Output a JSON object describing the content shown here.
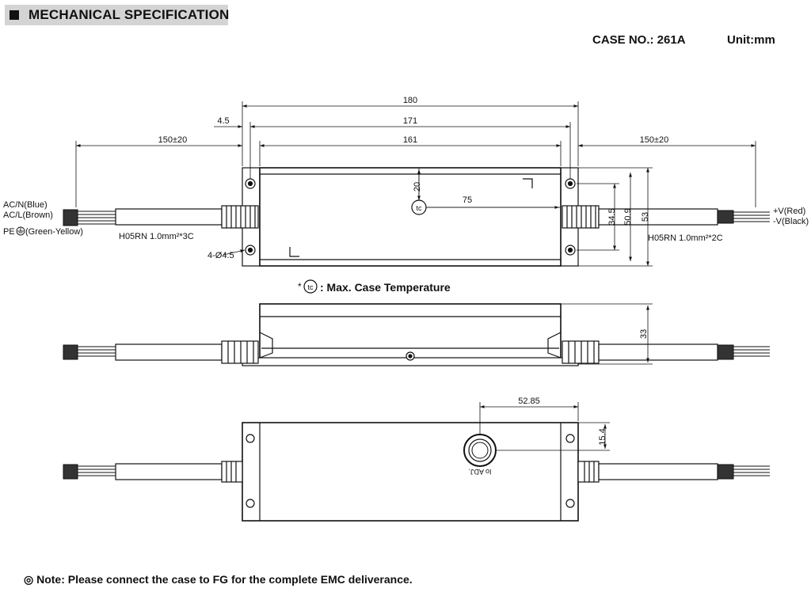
{
  "header": {
    "title": "MECHANICAL SPECIFICATION"
  },
  "case_no": "CASE NO.: 261A",
  "unit": "Unit:mm",
  "dimensions": {
    "overall_length": "180",
    "hole_pitch": "171",
    "body_length": "161",
    "edge_offset": "4.5",
    "input_cable": "150±20",
    "output_cable": "150±20",
    "tc_offset_y": "20",
    "tc_offset_x": "75",
    "hole_spacing_v": "34.5",
    "hole_span_v": "50.9",
    "width": "53",
    "height": "33",
    "adj_offset_x": "52.85",
    "adj_offset_y": "15.4",
    "mount_holes": "4-Ø4.5"
  },
  "wires": {
    "in_n": "AC/N(Blue)",
    "in_l": "AC/L(Brown)",
    "in_pe_prefix": "PE",
    "in_pe_suffix": "(Green-Yellow)",
    "in_cable": "H05RN  1.0mm²*3C",
    "out_pos": "+V(Red)",
    "out_neg": "-V(Black)",
    "out_cable": "H05RN  1.0mm²*2C"
  },
  "tc": {
    "symbol": "tc",
    "legend_star": "*",
    "legend_text": ": Max. Case Temperature"
  },
  "adjust_label": "Io ADJ.",
  "note": "◎ Note: Please connect the case to FG for the complete EMC deliverance."
}
